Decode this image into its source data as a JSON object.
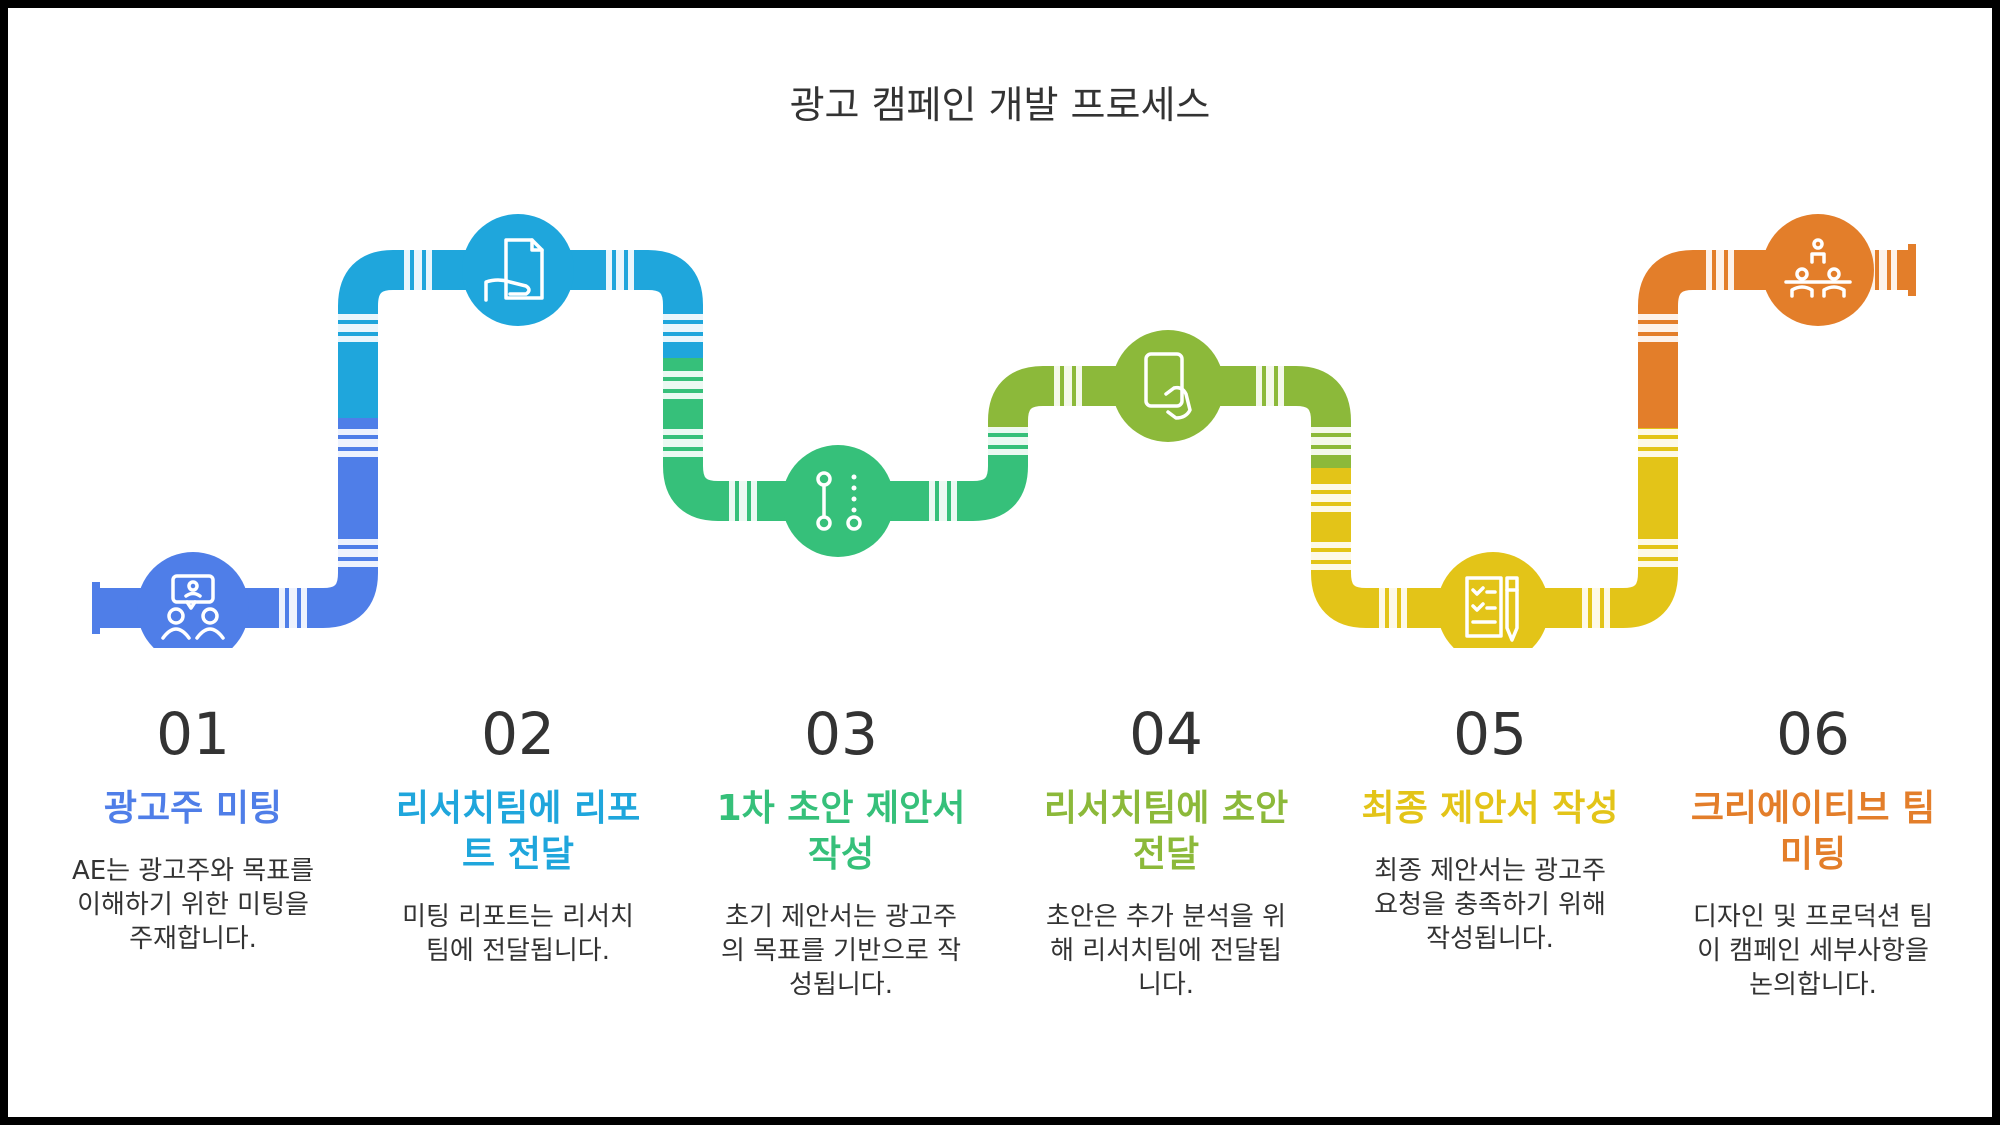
{
  "title": "광고 캠페인 개발 프로세스",
  "steps": [
    {
      "num": "01",
      "heading": "광고주 미팅",
      "heading_lines": [
        "광고주 미팅"
      ],
      "desc": [
        "AE는 광고주와 목표를",
        "이해하기 위한 미팅을",
        "주재합니다."
      ],
      "color": "#4f7ee8",
      "icon": "advertiser-meeting-icon"
    },
    {
      "num": "02",
      "heading": "리서치팀에 리포트 전달",
      "heading_lines": [
        "리서치팀에 리포",
        "트 전달"
      ],
      "desc": [
        "미팅 리포트는 리서치",
        "팀에 전달됩니다."
      ],
      "color": "#1fa6dc",
      "icon": "document-hand-icon"
    },
    {
      "num": "03",
      "heading": "1차 초안 제안서 작성",
      "heading_lines": [
        "1차 초안 제안서",
        "작성"
      ],
      "desc": [
        "초기 제안서는 광고주",
        "의 목표를 기반으로 작",
        "성됩니다."
      ],
      "color": "#36c07a",
      "icon": "git-flow-icon"
    },
    {
      "num": "04",
      "heading": "리서치팀에 초안 전달",
      "heading_lines": [
        "리서치팀에 초안",
        "전달"
      ],
      "desc": [
        "초안은 추가 분석을 위",
        "해 리서치팀에 전달됩",
        "니다."
      ],
      "color": "#8cb93a",
      "icon": "tablet-hand-icon"
    },
    {
      "num": "05",
      "heading": "최종 제안서 작성",
      "heading_lines": [
        "최종 제안서 작성"
      ],
      "desc": [
        "최종 제안서는 광고주",
        "요청을 충족하기 위해",
        "작성됩니다."
      ],
      "color": "#e3c418",
      "icon": "checklist-pen-icon"
    },
    {
      "num": "06",
      "heading": "크리에이티브 팀 미팅",
      "heading_lines": [
        "크리에이티브 팀",
        "미팅"
      ],
      "desc": [
        "디자인 및 프로덕션 팀",
        "이 캠페인 세부사항을",
        "논의합니다."
      ],
      "color": "#e37e2a",
      "icon": "team-meeting-icon"
    }
  ],
  "pipe_colors": {
    "blue": "#4f7ee8",
    "light_blue": "#1fa6dc",
    "green": "#36c07a",
    "lime": "#8cb93a",
    "yellow": "#e3c418",
    "orange": "#e37e2a"
  }
}
